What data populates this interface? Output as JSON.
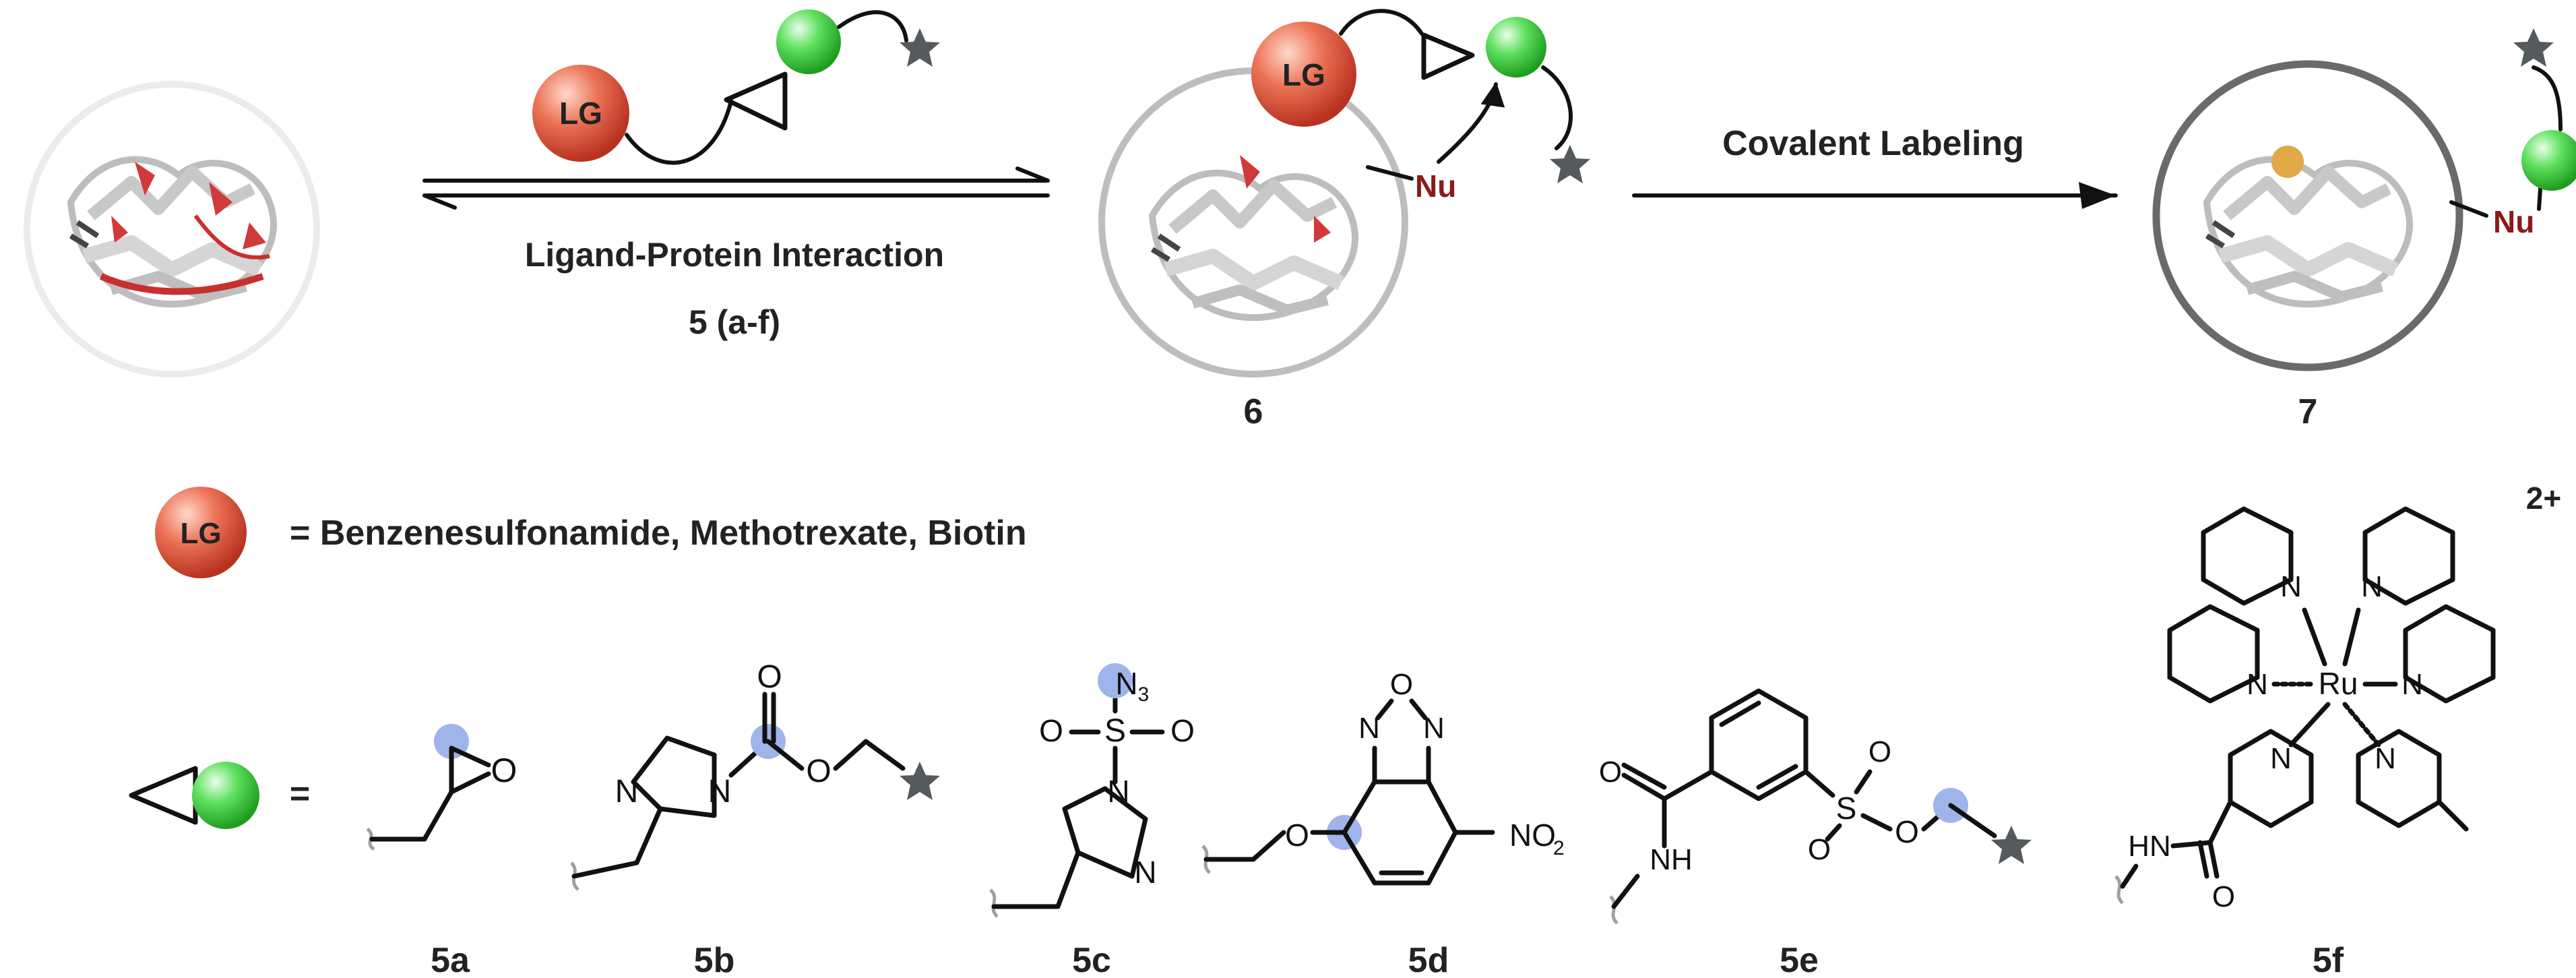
{
  "scheme": {
    "arrow_top_label": "Ligand-Protein Interaction",
    "arrow_bottom_label": "5 (a-f)",
    "covalent_label": "Covalent Labeling",
    "intermediate_number": "6",
    "product_number": "7",
    "lg_badge": "LG",
    "nucleophile": "Nu",
    "lg_definition": "= Benzenesulfonamide, Methotrexate, Biotin",
    "reactive_definition": "="
  },
  "compounds": [
    {
      "id": "5a",
      "label": "5a"
    },
    {
      "id": "5b",
      "label": "5b"
    },
    {
      "id": "5c",
      "label": "5c"
    },
    {
      "id": "5d",
      "label": "5d"
    },
    {
      "id": "5e",
      "label": "5e"
    },
    {
      "id": "5f",
      "label": "5f"
    }
  ],
  "atoms": {
    "O": "O",
    "N": "N",
    "N3": "N",
    "N3_sub": "3",
    "S": "S",
    "NH": "NH",
    "HN": "HN",
    "NO2": "NO",
    "NO2_sub": "2",
    "Ru": "Ru",
    "charge": "2+"
  },
  "colors": {
    "lg_orb": "#d9503a",
    "green_orb": "#2ec52e",
    "highlight": "#9fb4ea",
    "nucleophile": "#8b1a1a",
    "star": "#555a5c"
  }
}
